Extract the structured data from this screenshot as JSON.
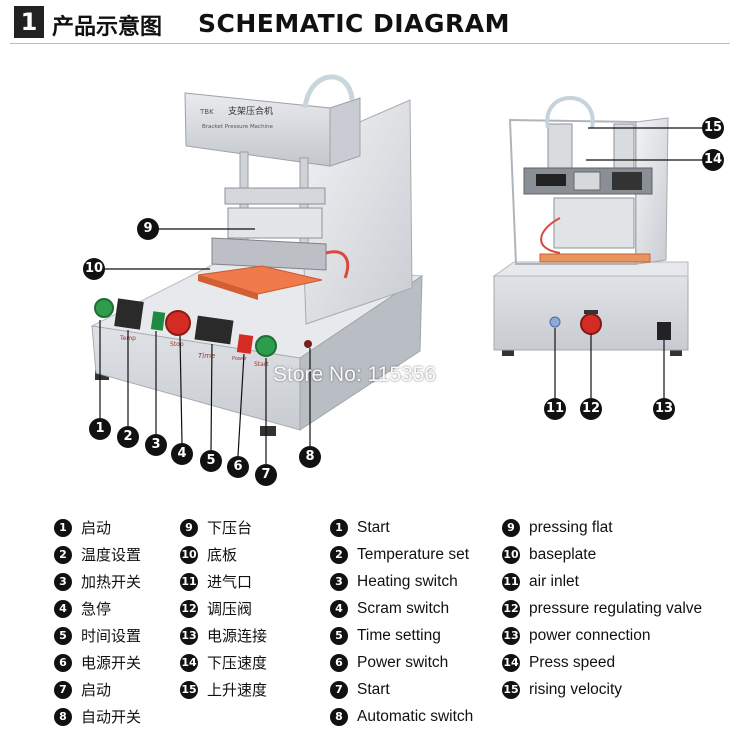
{
  "header": {
    "number": "1",
    "title_cn": "产品示意图",
    "title_en": "SCHEMATIC DIAGRAM"
  },
  "machine": {
    "front_plate_brand": "TBK",
    "front_plate_cn": "支架压合机",
    "front_plate_en": "Bracket Pressure Machine",
    "panel_label_temp": "Temp",
    "panel_label_time": "Time",
    "panel_label_stop": "Stop",
    "panel_label_start": "Start",
    "panel_label_power": "Power"
  },
  "watermark": "Store No: 115356",
  "callouts": [
    "1",
    "2",
    "3",
    "4",
    "5",
    "6",
    "7",
    "8",
    "9",
    "10",
    "11",
    "12",
    "13",
    "14",
    "15"
  ],
  "legend_cn": [
    {
      "num": "1",
      "label": "启动"
    },
    {
      "num": "2",
      "label": "温度设置"
    },
    {
      "num": "3",
      "label": "加热开关"
    },
    {
      "num": "4",
      "label": "急停"
    },
    {
      "num": "5",
      "label": "时间设置"
    },
    {
      "num": "6",
      "label": "电源开关"
    },
    {
      "num": "7",
      "label": "启动"
    },
    {
      "num": "8",
      "label": "自动开关"
    },
    {
      "num": "9",
      "label": "下压台"
    },
    {
      "num": "10",
      "label": "底板"
    },
    {
      "num": "11",
      "label": "进气口"
    },
    {
      "num": "12",
      "label": "调压阀"
    },
    {
      "num": "13",
      "label": "电源连接"
    },
    {
      "num": "14",
      "label": "下压速度"
    },
    {
      "num": "15",
      "label": "上升速度"
    }
  ],
  "legend_en": [
    {
      "num": "1",
      "label": "Start"
    },
    {
      "num": "2",
      "label": "Temperature set"
    },
    {
      "num": "3",
      "label": "Heating switch"
    },
    {
      "num": "4",
      "label": "Scram switch"
    },
    {
      "num": "5",
      "label": "Time setting"
    },
    {
      "num": "6",
      "label": "Power switch"
    },
    {
      "num": "7",
      "label": "Start"
    },
    {
      "num": "8",
      "label": "Automatic switch"
    },
    {
      "num": "9",
      "label": "pressing flat"
    },
    {
      "num": "10",
      "label": "baseplate"
    },
    {
      "num": "11",
      "label": "air inlet"
    },
    {
      "num": "12",
      "label": "pressure regulating valve"
    },
    {
      "num": "13",
      "label": "power connection"
    },
    {
      "num": "14",
      "label": "Press speed"
    },
    {
      "num": "15",
      "label": "rising velocity"
    }
  ]
}
